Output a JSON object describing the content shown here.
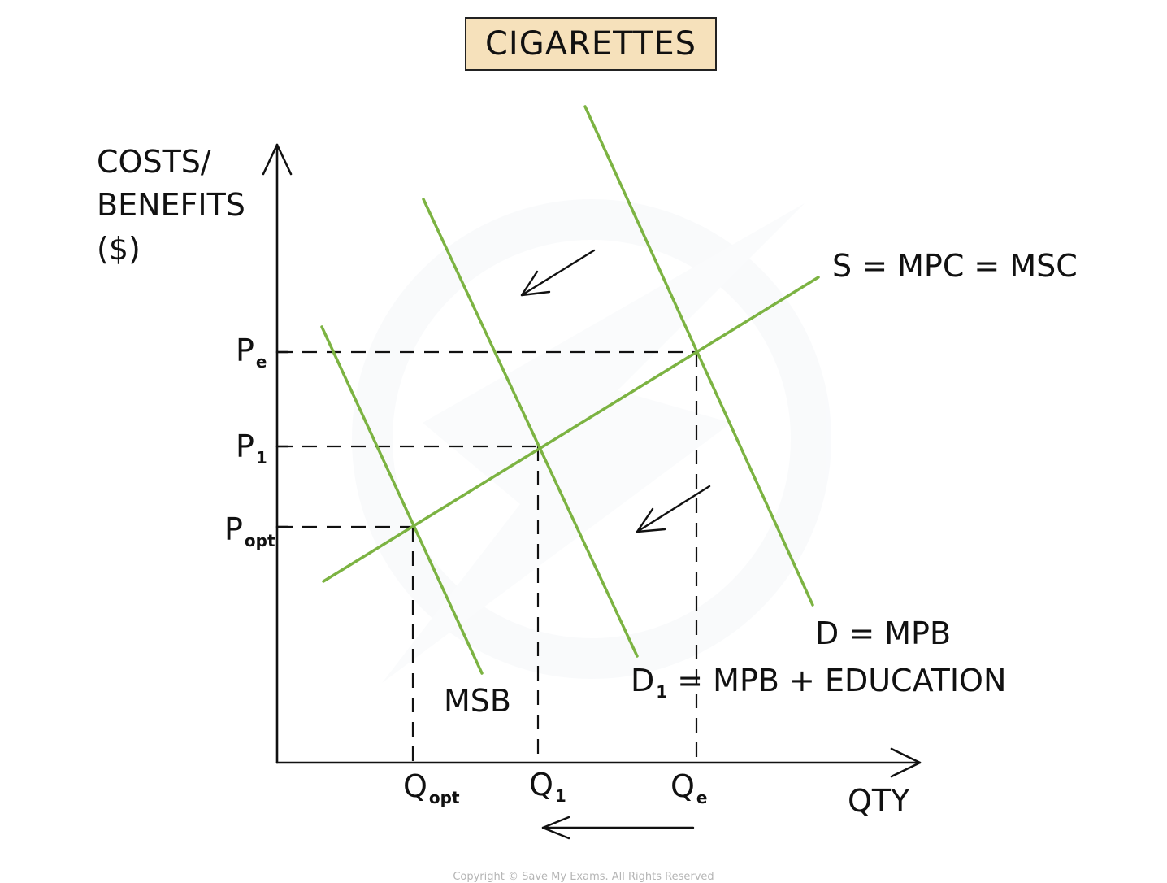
{
  "title": "CIGARETTES",
  "axes": {
    "y_label_line1": "COSTS/",
    "y_label_line2": "BENEFITS",
    "y_label_line3": "($)",
    "x_label": "QTY"
  },
  "price_labels": [
    {
      "main": "P",
      "sub": "e"
    },
    {
      "main": "P",
      "sub": "1"
    },
    {
      "main": "P",
      "sub": "opt"
    }
  ],
  "quantity_labels": [
    {
      "main": "Q",
      "sub": "opt"
    },
    {
      "main": "Q",
      "sub": "1"
    },
    {
      "main": "Q",
      "sub": "e"
    }
  ],
  "curve_labels": {
    "supply": "S = MPC = MSC",
    "demand": "D = MPB",
    "demand_shifted_main": "D",
    "demand_shifted_sub": "1",
    "demand_shifted_rest": " = MPB + EDUCATION",
    "msb": "MSB"
  },
  "colors": {
    "curve": "#7cb342",
    "axis": "#111111",
    "title_bg": "#f6e1bb"
  },
  "copyright": "Copyright © Save My Exams. All Rights Reserved",
  "chart_data": {
    "type": "line",
    "title": "CIGARETTES",
    "xlabel": "QTY",
    "ylabel": "COSTS/BENEFITS ($)",
    "series": [
      {
        "name": "S = MPC = MSC",
        "points": [
          [
            398,
            715
          ],
          [
            1007,
            341
          ]
        ]
      },
      {
        "name": "D = MPB",
        "points": [
          [
            720,
            131
          ],
          [
            1000,
            744
          ]
        ]
      },
      {
        "name": "D1 = MPB + EDUCATION",
        "points": [
          [
            521,
            245
          ],
          [
            784,
            807
          ]
        ]
      },
      {
        "name": "MSB",
        "points": [
          [
            396,
            402
          ],
          [
            593,
            828
          ]
        ]
      }
    ],
    "equilibria": [
      {
        "label": "Pe / Qe",
        "x": 857,
        "y": 433
      },
      {
        "label": "P1 / Q1",
        "x": 662,
        "y": 549
      },
      {
        "label": "Popt / Qopt",
        "x": 508,
        "y": 648
      }
    ],
    "annotations": [
      "Arrow: demand shifts left from D to D1",
      "Arrow: demand shifts left from D1 towards MSB",
      "Arrow: quantity falls from Qe towards Q1"
    ]
  }
}
